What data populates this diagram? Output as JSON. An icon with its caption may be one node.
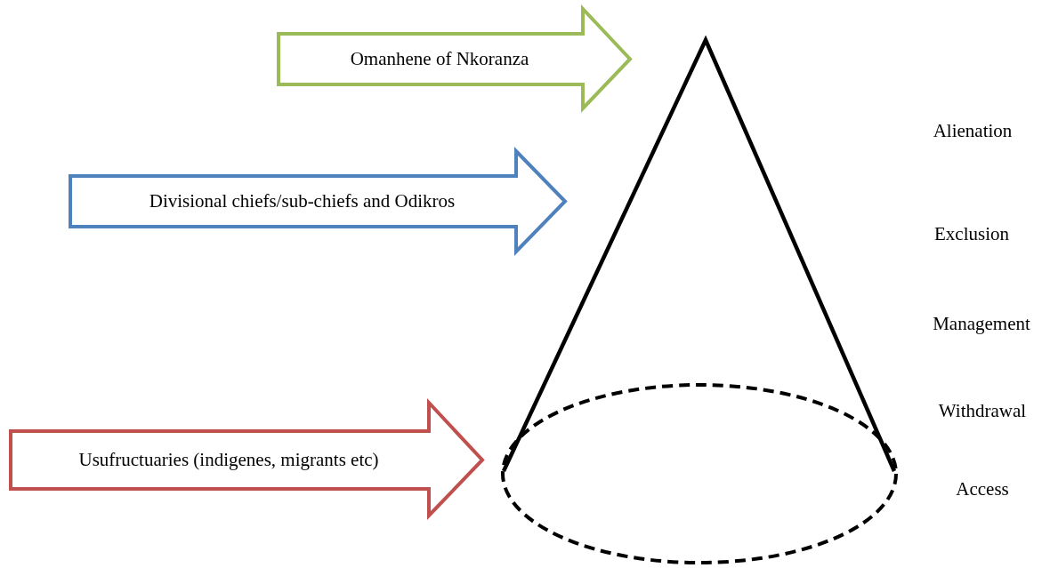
{
  "diagram": {
    "nodes": [
      {
        "text": [
          "Omanhene of Nkoranza"
        ]
      },
      {
        "text": [
          "Divisional chiefs/sub-chiefs and Odikros"
        ]
      },
      {
        "text": [
          "Usufructuaries (indigenes, migrants etc)"
        ]
      }
    ],
    "labels": [
      "Alienation",
      "Exclusion",
      "Management",
      "Withdrawal",
      "Access"
    ]
  }
}
